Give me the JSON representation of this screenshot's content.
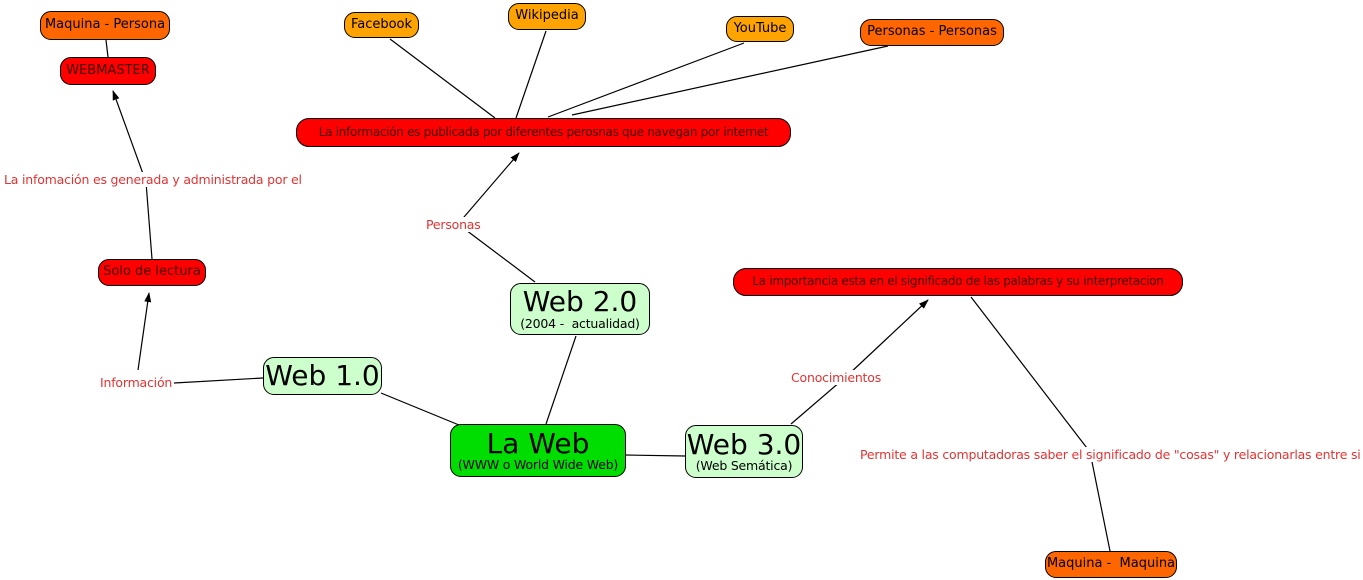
{
  "palette": {
    "node_red": "#FF0000",
    "node_red_text": "#440000",
    "node_orange_dark": "#FF6600",
    "node_orange_light": "#FFA300",
    "node_pale_green": "#CCFFCC",
    "node_bright_green": "#00DD00",
    "link_label_text": "#E03434",
    "connector": "#000000",
    "background": "#FFFFFF"
  },
  "nodes": {
    "maquina_persona": {
      "label": "Maquina - Persona"
    },
    "webmaster": {
      "label": "WEBMASTER"
    },
    "facebook": {
      "label": "Facebook"
    },
    "wikipedia": {
      "label": "Wikipedia"
    },
    "youtube": {
      "label": "YouTube"
    },
    "personas_personas": {
      "label": "Personas - Personas"
    },
    "publicada_banner": {
      "label": "La información es publicada por diferentes perosnas que navegan por internet"
    },
    "solo_lectura": {
      "label": "Solo de lectura"
    },
    "web20": {
      "label": "Web 2.0",
      "sublabel": "(2004 -  actualidad)"
    },
    "web10": {
      "label": "Web 1.0"
    },
    "laweb": {
      "label": "La Web",
      "sublabel": "(WWW o World Wide Web)"
    },
    "web30": {
      "label": "Web 3.0",
      "sublabel": "(Web Semática)"
    },
    "importancia_banner": {
      "label": "La importancia esta en el significado de las palabras y su interpretacion"
    },
    "maquina_maquina": {
      "label": "Maquina -  Maquina"
    }
  },
  "link_labels": {
    "generada": "La infomación es generada y administrada por el",
    "personas": "Personas",
    "informacion": "Información",
    "conocimientos": "Conocimientos",
    "permite": "Permite a las computadoras saber el significado de \"cosas\" y relacionarlas entre si"
  }
}
